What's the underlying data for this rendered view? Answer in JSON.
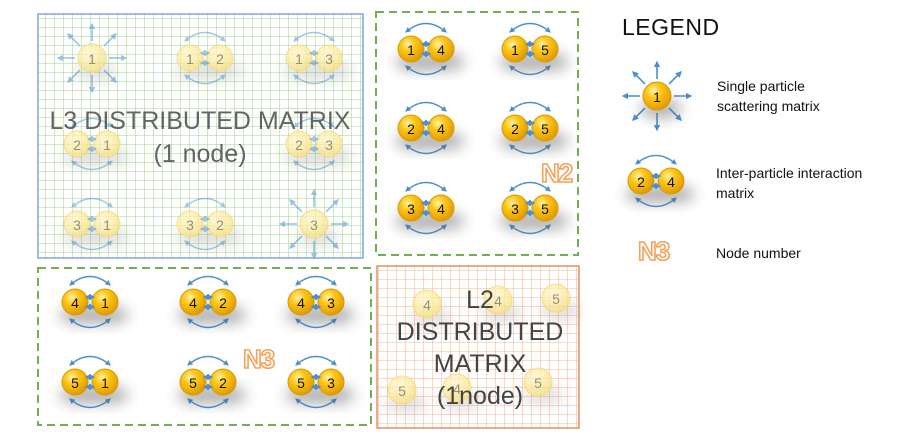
{
  "legend": {
    "title": "LEGEND",
    "single": {
      "label": "1",
      "text": "Single particle scattering matrix"
    },
    "pair": {
      "a": "2",
      "b": "4",
      "text": "Inter-particle interaction matrix"
    },
    "node": {
      "tag": "N3",
      "text": "Node number"
    }
  },
  "l3": {
    "title": "L3 DISTRIBUTED MATRIX",
    "subtitle": "(1 node)",
    "faded_particles": [
      [
        "1"
      ],
      [
        "1",
        "2"
      ],
      [
        "1",
        "3"
      ],
      [
        "2",
        "1"
      ],
      [],
      [
        "2",
        "3"
      ],
      [
        "3",
        "1"
      ],
      [
        "3",
        "2"
      ],
      [
        "3"
      ]
    ]
  },
  "n2": {
    "tag": "N2",
    "pairs": [
      [
        "1",
        "4"
      ],
      [
        "1",
        "5"
      ],
      [
        "2",
        "4"
      ],
      [
        "2",
        "5"
      ],
      [
        "3",
        "4"
      ],
      [
        "3",
        "5"
      ]
    ]
  },
  "n3": {
    "tag": "N3",
    "pairs": [
      [
        "4",
        "1"
      ],
      [
        "4",
        "2"
      ],
      [
        "4",
        "3"
      ],
      [
        "5",
        "1"
      ],
      [
        "5",
        "2"
      ],
      [
        "5",
        "3"
      ]
    ]
  },
  "l2": {
    "title_line1": "L2",
    "title_line2": "DISTRIBUTED",
    "title_line3": "MATRIX",
    "title_line4": "(1node)",
    "faded_particles": [
      "4",
      "4",
      "5",
      "5",
      "4",
      "5"
    ]
  },
  "colors": {
    "l3_grid": "#86c96a",
    "l3_border": "#7b9fd6",
    "l2_grid": "#f0a070",
    "l2_border": "#e08a56",
    "dash": "#6fb04f",
    "particle": "#f7bd0f",
    "arrow": "#4a8fd0",
    "tag_stroke": "#f4a35a"
  }
}
